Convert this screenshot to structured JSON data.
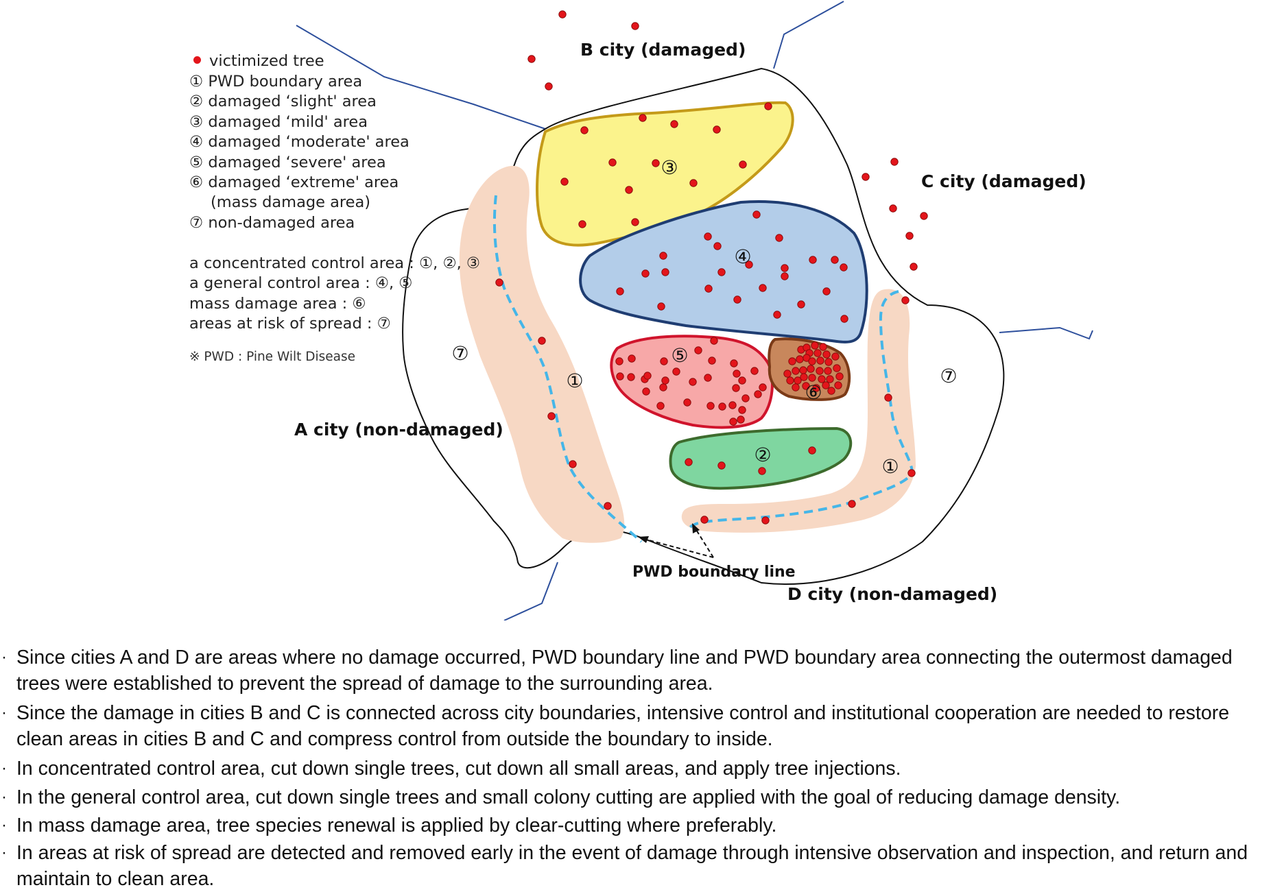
{
  "legend": {
    "victimized_tree": "victimized tree",
    "item1": "① PWD boundary area",
    "item2": "② damaged ‘slight' area",
    "item3": "③ damaged ‘mild' area",
    "item4": "④ damaged ‘moderate' area",
    "item5": "⑤ damaged ‘severe' area",
    "item6": "⑥ damaged ‘extreme' area",
    "item6b": "(mass damage area)",
    "item7": "⑦ non-damaged area",
    "control1": "a concentrated control area : ①, ②, ③",
    "control2": "a general control area : ④, ⑤",
    "control3": "mass damage area : ⑥",
    "control4": "areas at risk of spread : ⑦",
    "note": "※ PWD : Pine Wilt Disease"
  },
  "cities": {
    "a": "A city (non-damaged)",
    "b": "B city (damaged)",
    "c": "C city (damaged)",
    "d": "D city (non-damaged)"
  },
  "boundary_line_label": "PWD boundary line",
  "area_numbers": {
    "n1": "①",
    "n2": "②",
    "n3": "③",
    "n4": "④",
    "n5": "⑤",
    "n6": "⑥",
    "n7": "⑦"
  },
  "colors": {
    "tree": "#e3151b",
    "boundary_area": "#f7d8c4",
    "boundary_line": "#45b6e8",
    "mild_fill": "#fbf38c",
    "mild_stroke": "#c49a19",
    "moderate_fill": "#b3cde9",
    "moderate_stroke": "#1f3d72",
    "severe_fill": "#f7a8a8",
    "severe_stroke": "#d0142c",
    "extreme_fill": "#c8875c",
    "extreme_stroke": "#7b3a17",
    "slight_fill": "#7fd6a0",
    "slight_stroke": "#3d6b2d",
    "city_border": "#2d4f9c"
  },
  "bullets": [
    "Since cities A and D are areas where no damage occurred, PWD boundary line and PWD boundary area connecting the outermost damaged trees were established to prevent the spread of damage to the surrounding area.",
    "Since the damage in cities B and C is connected across city boundaries, intensive control and institutional cooperation are needed to restore clean areas in cities B and C and compress control from outside the boundary to inside.",
    "In concentrated control area, cut down single trees, cut down all small areas, and apply tree injections.",
    "In the general control area, cut down single trees and small colony cutting are applied with the goal of reducing damage density.",
    "In mass damage area, tree species renewal is applied by clear-cutting where preferably.",
    "In areas at risk of spread are detected and removed early in the event of damage through intensive observation and inspection, and return and maintain to clean area."
  ],
  "bullet_mark": "·"
}
